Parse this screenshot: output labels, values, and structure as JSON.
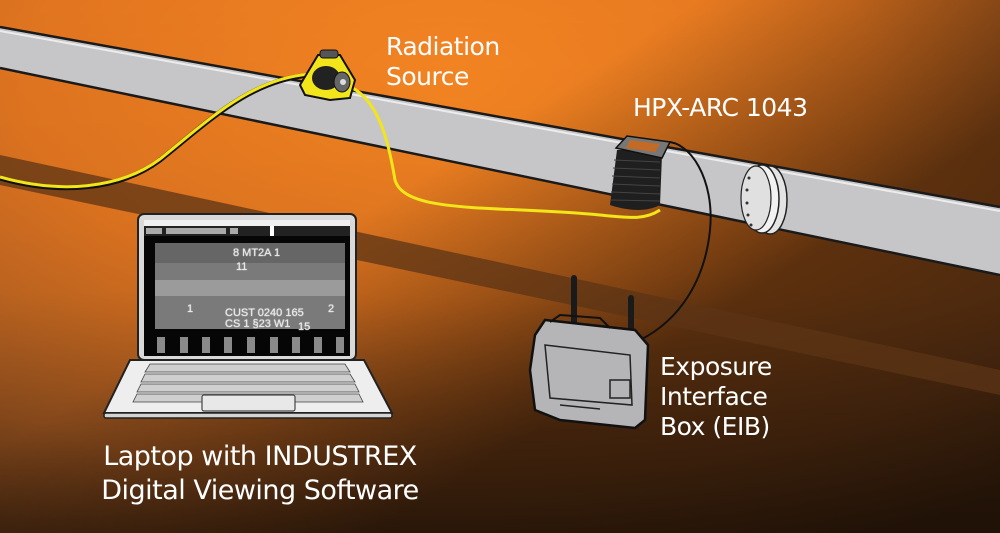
{
  "labels": {
    "radiation_source": [
      "Radiation",
      "Source"
    ],
    "device": "HPX-ARC 1043",
    "eib": [
      "Exposure",
      "Interface",
      "Box (EIB)"
    ],
    "laptop": [
      "Laptop with INDUSTREX",
      "Digital Viewing Software"
    ]
  },
  "screen": {
    "top_marker": "8 MT2A 1",
    "sub_marker": "11",
    "left_num": "1",
    "right_num": "2",
    "cust_line1": "CUST  0240 165",
    "cust_line2": "CS 1 §23 W1",
    "bottom_num": "15",
    "thumbnail_count": 9
  },
  "colors": {
    "bg_orange": "#f07e22",
    "bg_dark": "#6a3a18",
    "pipe": "#c5c5c8",
    "cable_yellow": "#f2e51a",
    "text": "#ffffff"
  }
}
